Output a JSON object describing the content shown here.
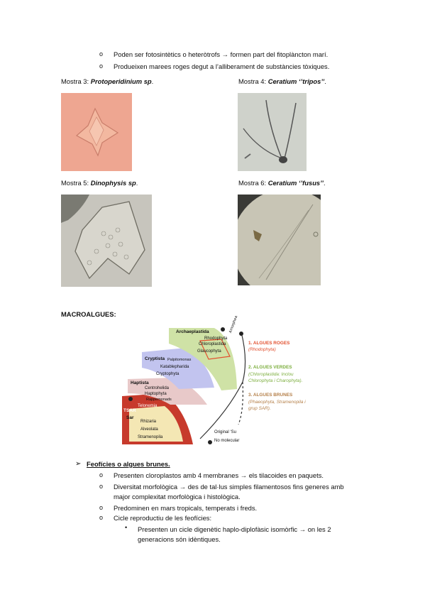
{
  "top_bullets": [
    "Poden ser fotosintètics o heteròtrofs → formen part del fitoplàncton marí.",
    "Produeixen marees roges degut a l’alliberament de substàncies tòxiques."
  ],
  "samples": [
    {
      "prefix": "Mostra 3: ",
      "name": "Protoperidinium sp",
      "suffix": "."
    },
    {
      "prefix": "Mostra 4: ",
      "name": "Ceratium ‘’tripos’’",
      "suffix": "."
    },
    {
      "prefix": "Mostra 5: ",
      "name": "Dinophysis sp",
      "suffix": "."
    },
    {
      "prefix": "Mostra 6: ",
      "name": "Ceratium ‘’fusus’’",
      "suffix": "."
    }
  ],
  "macro_heading": "MACROALGUES:",
  "tree": {
    "groups": [
      "Archaeplastida",
      "Rhodophyta",
      "Chloroplastida",
      "Glaucophyta",
      "Cryptista",
      "Palpitomonas",
      "Katablepharida",
      "Cryptophyta",
      "Haptista",
      "Centrohelida",
      "Haptophyta",
      "Rappemonads",
      "TSAR",
      "Telonemia",
      "Sar",
      "Rhizaria",
      "Alveolata",
      "Stramenopila",
      "Amorphea"
    ],
    "legend": [
      "Original ‘Su",
      "No molecular"
    ],
    "notes": [
      {
        "title": "1. ALGUES ROGES",
        "sub": "(Rhodophyta)",
        "color": "#e2502f"
      },
      {
        "title": "2. ALGUES VERDES",
        "sub": "(Chloroplastida: Inclou Chlorophyta i Charophyta).",
        "color": "#7cae3e"
      },
      {
        "title": "3. ALGUES BRUNES",
        "sub": "(Phaeophyta, Stramenopila i grup SAR).",
        "color": "#b5804a"
      }
    ]
  },
  "section_title": "Feofícies o algues brunes.",
  "section_bullets": [
    "Presenten cloroplastos amb 4 membranes → els tilacoides en paquets.",
    "Diversitat morfològica → des de tal·lus simples filamentosos fins generes amb",
    "major complexitat morfològica i histològica.",
    "Predominen en mars tropicals, temperats i freds.",
    "Cicle reproductiu de les feofícies:"
  ],
  "sub_bullet": [
    "Presenten un cicle digenètic haplo-diplofàsic isomòrfic → on les 2",
    "generacions són idèntiques."
  ]
}
